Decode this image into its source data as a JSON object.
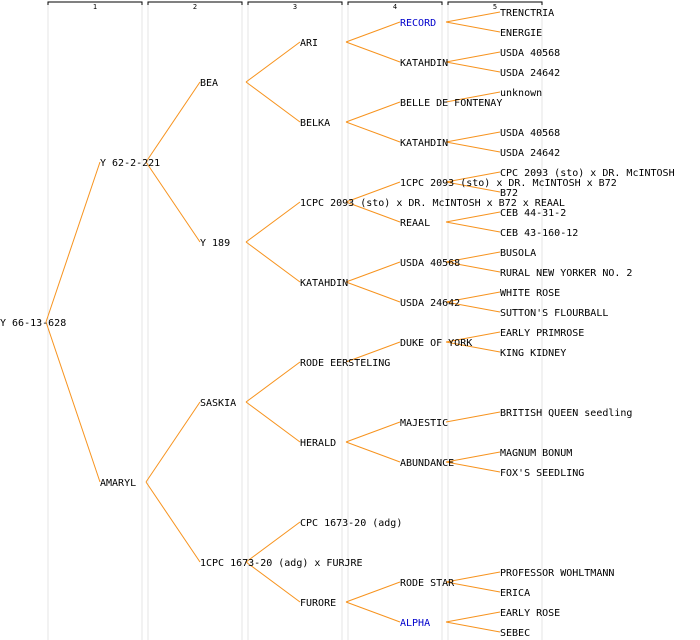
{
  "colors": {
    "line": "#f7931e",
    "text": "#000000",
    "link": "#0000cc",
    "header_rule": "#000000",
    "column_rule": "#e6e6e6"
  },
  "generations": [
    "1",
    "2",
    "3",
    "4",
    "5"
  ],
  "tree": {
    "label": "Y 66-13-628",
    "children": [
      {
        "label": "Y 62-2-221",
        "children": [
          {
            "label": "BEA",
            "children": [
              {
                "label": "ARI",
                "children": [
                  {
                    "label": "RECORD",
                    "link": true,
                    "children": [
                      {
                        "label": "TRENCTRIA"
                      },
                      {
                        "label": "ENERGIE"
                      }
                    ]
                  },
                  {
                    "label": "KATAHDIN",
                    "children": [
                      {
                        "label": "USDA 40568"
                      },
                      {
                        "label": "USDA 24642"
                      }
                    ]
                  }
                ]
              },
              {
                "label": "BELKA",
                "children": [
                  {
                    "label": "BELLE DE FONTENAY",
                    "children": [
                      {
                        "label": "unknown"
                      }
                    ]
                  },
                  {
                    "label": "KATAHDIN",
                    "children": [
                      {
                        "label": "USDA 40568"
                      },
                      {
                        "label": "USDA 24642"
                      }
                    ]
                  }
                ]
              }
            ]
          },
          {
            "label": "Y 189",
            "children": [
              {
                "label": "1CPC 2093 (sto) x DR. McINTOSH x B72 x REAAL",
                "children": [
                  {
                    "label": "1CPC 2093 (sto) x DR. McINTOSH x B72",
                    "children": [
                      {
                        "label": "CPC 2093 (sto) x DR. McINTOSH"
                      },
                      {
                        "label": "B72"
                      }
                    ]
                  },
                  {
                    "label": "REAAL",
                    "children": [
                      {
                        "label": "CEB 44-31-2"
                      },
                      {
                        "label": "CEB 43-160-12"
                      }
                    ]
                  }
                ]
              },
              {
                "label": "KATAHDIN",
                "children": [
                  {
                    "label": "USDA 40568",
                    "children": [
                      {
                        "label": "BUSOLA"
                      },
                      {
                        "label": "RURAL NEW YORKER NO. 2"
                      }
                    ]
                  },
                  {
                    "label": "USDA 24642",
                    "children": [
                      {
                        "label": "WHITE ROSE"
                      },
                      {
                        "label": "SUTTON'S FLOURBALL"
                      }
                    ]
                  }
                ]
              }
            ]
          }
        ]
      },
      {
        "label": "AMARYL",
        "children": [
          {
            "label": "SASKIA",
            "children": [
              {
                "label": "RODE EERSTELING",
                "children": [
                  {
                    "label": "DUKE OF YORK",
                    "children": [
                      {
                        "label": "EARLY PRIMROSE"
                      },
                      {
                        "label": "KING KIDNEY"
                      }
                    ]
                  }
                ]
              },
              {
                "label": "HERALD",
                "children": [
                  {
                    "label": "MAJESTIC",
                    "children": [
                      {
                        "label": "BRITISH QUEEN seedling"
                      }
                    ]
                  },
                  {
                    "label": "ABUNDANCE",
                    "children": [
                      {
                        "label": "MAGNUM BONUM"
                      },
                      {
                        "label": "FOX'S SEEDLING"
                      }
                    ]
                  }
                ]
              }
            ]
          },
          {
            "label": "1CPC 1673-20 (adg) x FURJRE",
            "children": [
              {
                "label": "CPC 1673-20 (adg)"
              },
              {
                "label": "FURORE",
                "children": [
                  {
                    "label": "RODE STAR",
                    "children": [
                      {
                        "label": "PROFESSOR WOHLTMANN"
                      },
                      {
                        "label": "ERICA"
                      }
                    ]
                  },
                  {
                    "label": "ALPHA",
                    "link": true,
                    "children": [
                      {
                        "label": "EARLY ROSE"
                      },
                      {
                        "label": "SEBEC"
                      }
                    ]
                  }
                ]
              }
            ]
          }
        ]
      }
    ]
  }
}
